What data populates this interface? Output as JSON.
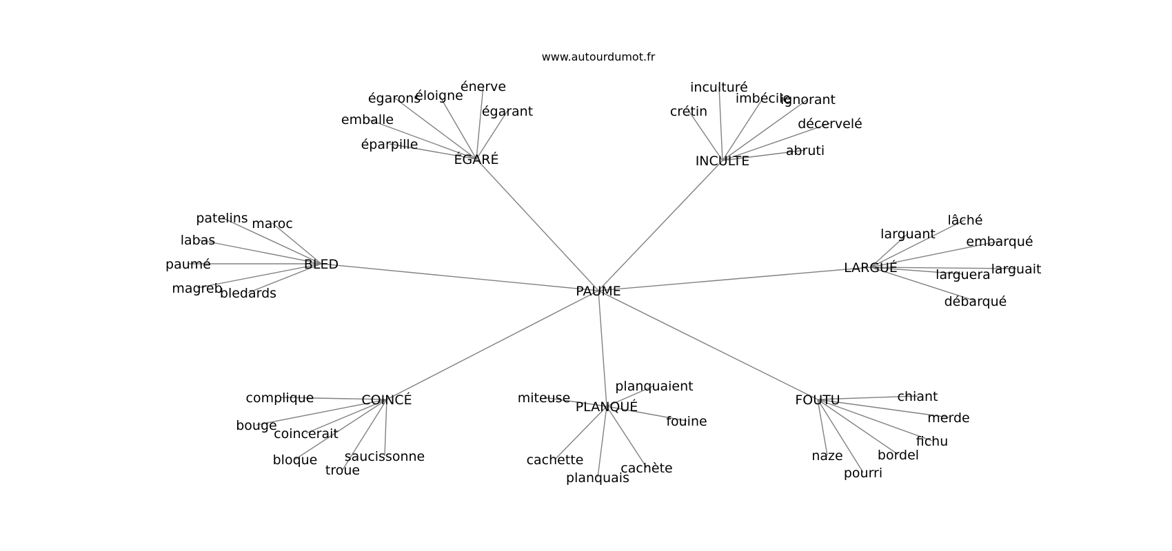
{
  "site_url": "www.autourdumot.fr",
  "center": {
    "id": "paume",
    "label": "PAUME"
  },
  "hubs": [
    {
      "id": "egare",
      "label": "ÉGARÉ",
      "leaves": [
        "énerve",
        "égarons",
        "éloigne",
        "égarant",
        "emballe",
        "éparpille"
      ]
    },
    {
      "id": "inculte",
      "label": "INCULTE",
      "leaves": [
        "inculturé",
        "imbécile",
        "ignorant",
        "crétin",
        "décervelé",
        "abruti"
      ]
    },
    {
      "id": "bled",
      "label": "BLED",
      "leaves": [
        "patelins",
        "maroc",
        "labas",
        "paumé",
        "magreb",
        "bledards"
      ]
    },
    {
      "id": "largue",
      "label": "LARGUÉ",
      "leaves": [
        "lâché",
        "larguant",
        "embarqué",
        "larguait",
        "larguera",
        "débarqué"
      ]
    },
    {
      "id": "coince",
      "label": "COINCÉ",
      "leaves": [
        "complique",
        "bouge",
        "coincerait",
        "bloque",
        "troue",
        "saucissonne"
      ]
    },
    {
      "id": "planque",
      "label": "PLANQUÉ",
      "leaves": [
        "planquaient",
        "miteuse",
        "fouine",
        "cachette",
        "cachète",
        "planquais"
      ]
    },
    {
      "id": "foutu",
      "label": "FOUTU",
      "leaves": [
        "chiant",
        "merde",
        "fichu",
        "bordel",
        "naze",
        "pourri"
      ]
    }
  ]
}
